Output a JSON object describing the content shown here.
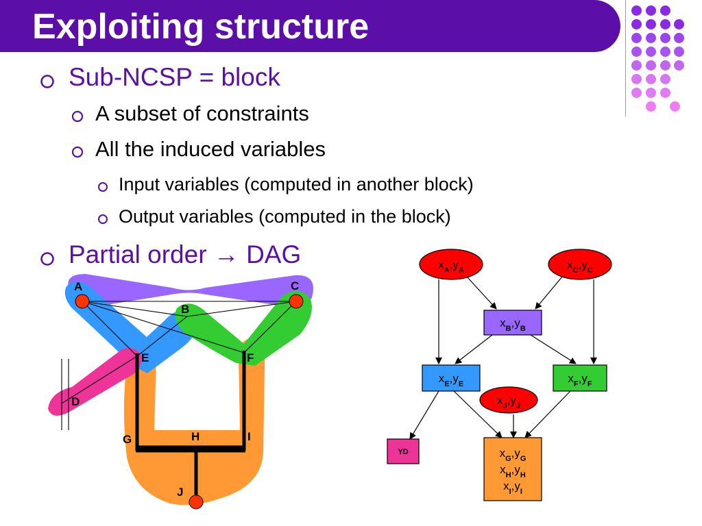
{
  "title": "Exploiting structure",
  "colors": {
    "title_bar": "#5b0fa8",
    "bullet_l1": "#5b0fa8",
    "purple_block": "#9966ff",
    "blue_block": "#3399ff",
    "green_block": "#33cc33",
    "pink_block": "#ee3399",
    "orange_block": "#ff9933",
    "node_red": "#ff3300"
  },
  "bullets": [
    {
      "level": 1,
      "text": "Sub-NCSP = block"
    },
    {
      "level": 2,
      "text": "A subset of constraints"
    },
    {
      "level": 2,
      "text": "All the induced variables"
    },
    {
      "level": 3,
      "text": "Input variables (computed in another block)"
    },
    {
      "level": 3,
      "text": "Output variables (computed in the block)"
    },
    {
      "level": 1,
      "text": "Partial order → DAG"
    }
  ],
  "graph": {
    "nodes": [
      {
        "id": "A",
        "label": "A"
      },
      {
        "id": "B",
        "label": "B"
      },
      {
        "id": "C",
        "label": "C"
      },
      {
        "id": "D",
        "label": "D"
      },
      {
        "id": "E",
        "label": "E"
      },
      {
        "id": "F",
        "label": "F"
      },
      {
        "id": "G",
        "label": "G"
      },
      {
        "id": "H",
        "label": "H"
      },
      {
        "id": "I",
        "label": "I"
      },
      {
        "id": "J",
        "label": "J"
      }
    ]
  },
  "dag": {
    "nodes": [
      {
        "id": "AA",
        "shape": "ellipse",
        "color": "#ff0000",
        "lines": [
          [
            [
              "x",
              "A"
            ],
            [
              ",",
              ""
            ],
            [
              "y",
              "A"
            ]
          ]
        ]
      },
      {
        "id": "CC",
        "shape": "ellipse",
        "color": "#ff0000",
        "lines": [
          [
            [
              "x",
              "C"
            ],
            [
              ",",
              ""
            ],
            [
              "y",
              "C"
            ]
          ]
        ]
      },
      {
        "id": "BB",
        "shape": "rect",
        "color": "#9966ff",
        "lines": [
          [
            [
              "x",
              "B"
            ],
            [
              ",",
              ""
            ],
            [
              "y",
              "B"
            ]
          ]
        ]
      },
      {
        "id": "EE",
        "shape": "rect",
        "color": "#3399ff",
        "lines": [
          [
            [
              "x",
              "E"
            ],
            [
              ",",
              ""
            ],
            [
              "y",
              "E"
            ]
          ]
        ]
      },
      {
        "id": "FF",
        "shape": "rect",
        "color": "#33cc33",
        "lines": [
          [
            [
              "x",
              "F"
            ],
            [
              ",",
              ""
            ],
            [
              "y",
              "F"
            ]
          ]
        ]
      },
      {
        "id": "JJ",
        "shape": "ellipse",
        "color": "#ff0000",
        "lines": [
          [
            [
              "x",
              "J"
            ],
            [
              ",",
              ""
            ],
            [
              "y",
              "J"
            ]
          ]
        ]
      },
      {
        "id": "YD",
        "shape": "rect",
        "color": "#ee3399",
        "lines": [
          [
            [
              "YD",
              ""
            ]
          ]
        ]
      },
      {
        "id": "GHI",
        "shape": "rect",
        "color": "#ff9933",
        "lines": [
          [
            [
              "x",
              "G"
            ],
            [
              ",",
              ""
            ],
            [
              "y",
              "G"
            ]
          ],
          [
            [
              "x",
              "H"
            ],
            [
              ",",
              ""
            ],
            [
              "y",
              "H"
            ]
          ],
          [
            [
              "x",
              "I"
            ],
            [
              ",",
              ""
            ],
            [
              "y",
              "I"
            ]
          ]
        ]
      }
    ],
    "edges": [
      [
        "AA",
        "BB"
      ],
      [
        "CC",
        "BB"
      ],
      [
        "AA",
        "EE"
      ],
      [
        "CC",
        "FF"
      ],
      [
        "BB",
        "EE"
      ],
      [
        "BB",
        "FF"
      ],
      [
        "EE",
        "YD"
      ],
      [
        "EE",
        "GHI"
      ],
      [
        "FF",
        "GHI"
      ],
      [
        "JJ",
        "GHI"
      ]
    ]
  }
}
